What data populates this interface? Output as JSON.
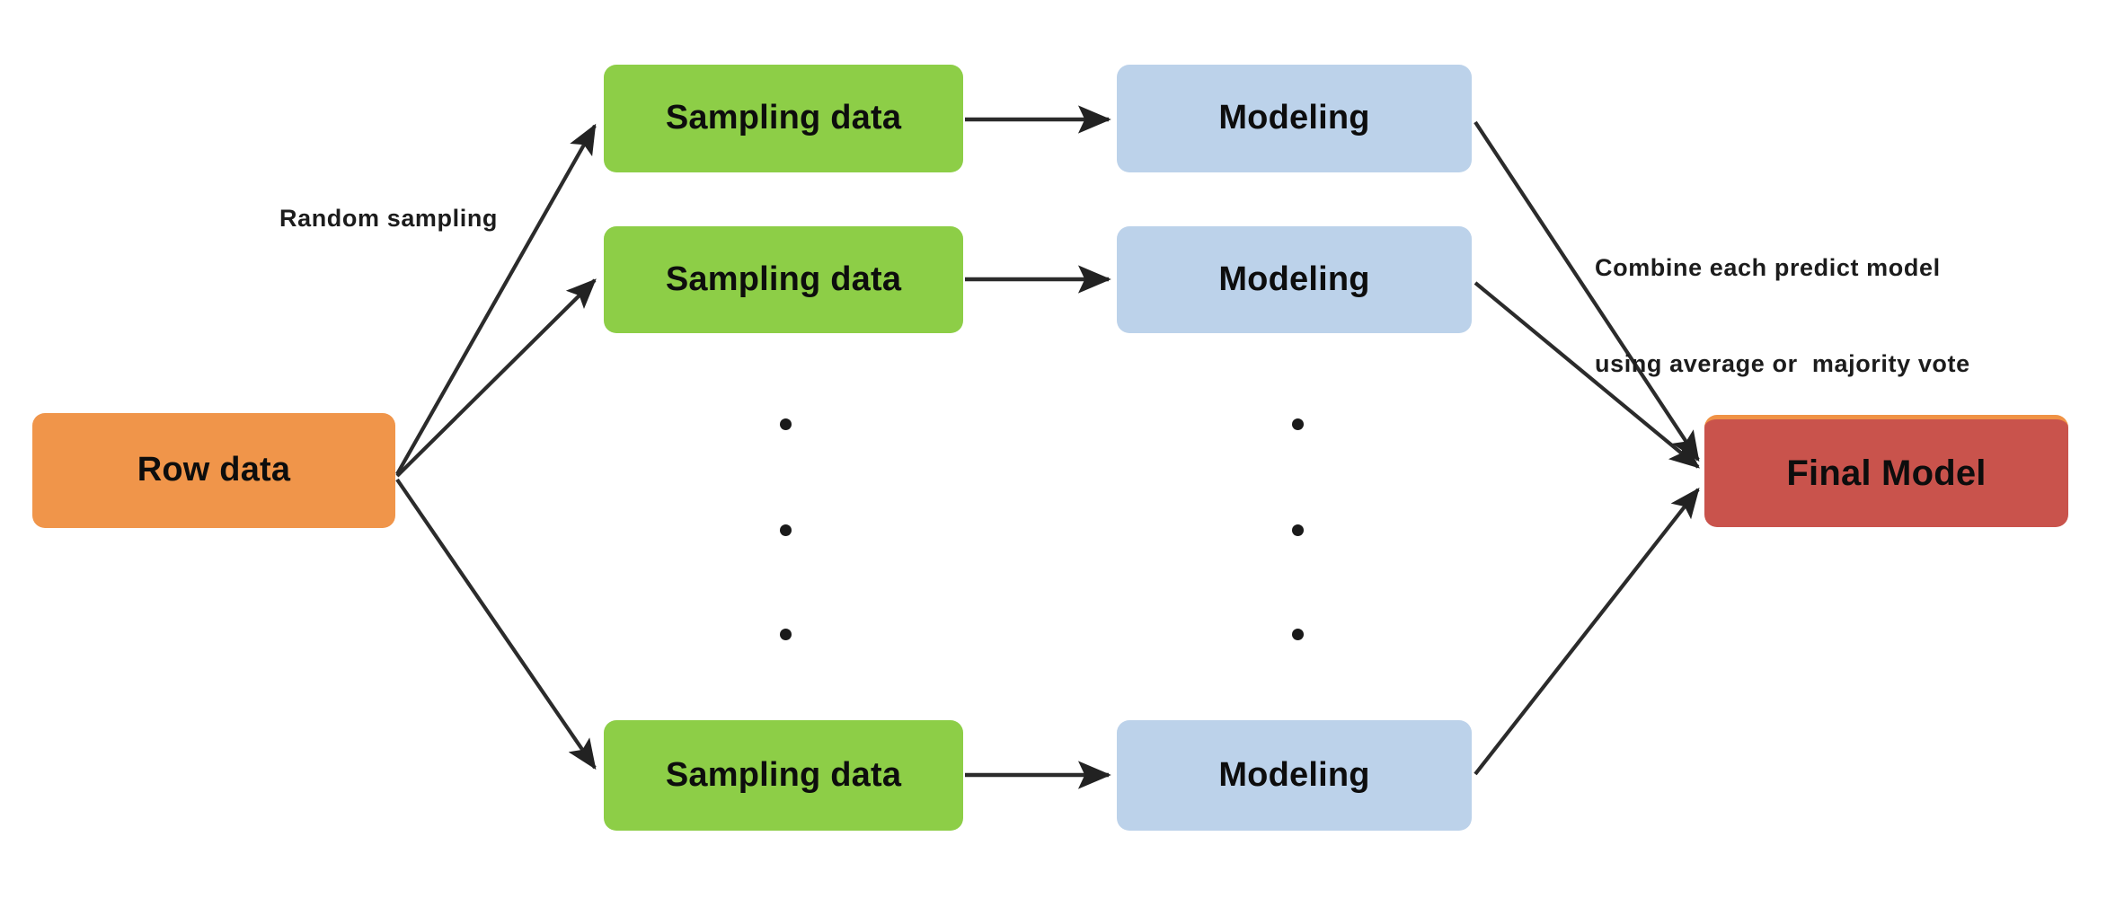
{
  "diagram": {
    "title": "Bagging ensemble flow diagram",
    "background_color": "#ffffff",
    "colors": {
      "source_node": "#f0954a",
      "sampling_node": "#8dce47",
      "modeling_node": "#bcd2ea",
      "final_node": "#c9534c",
      "final_node_top_border": "#f09245",
      "edge": "#2b2b2b",
      "text": "#0d0d0d"
    },
    "nodes": {
      "source": {
        "label": "Row data"
      },
      "sampling": [
        {
          "label": "Sampling data"
        },
        {
          "label": "Sampling data"
        },
        {
          "label": "Sampling data"
        }
      ],
      "modeling": [
        {
          "label": "Modeling"
        },
        {
          "label": "Modeling"
        },
        {
          "label": "Modeling"
        }
      ],
      "final": {
        "label": "Final Model"
      }
    },
    "captions": {
      "random_sampling": "Random sampling",
      "combine_line1": "Combine each predict model",
      "combine_line2": "using average or  majority vote"
    },
    "ellipsis": {
      "sampling_column_dots": 3,
      "modeling_column_dots": 3
    }
  }
}
